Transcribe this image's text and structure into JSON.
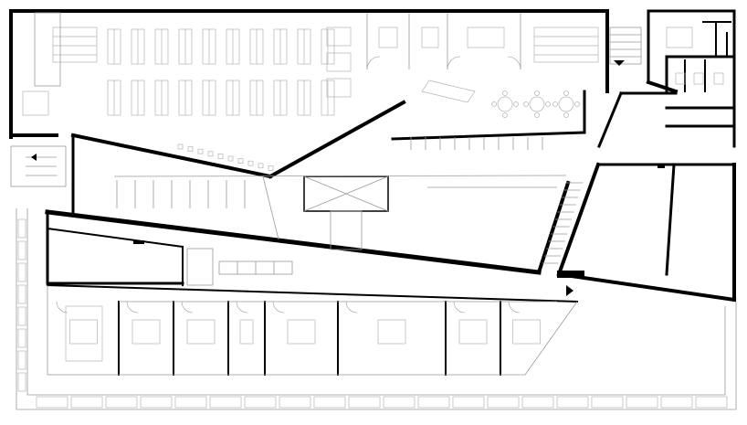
{
  "drawing": {
    "type": "architectural floor plan",
    "text_labels": []
  },
  "colors": {
    "background": "#ffffff",
    "walls": "#000000",
    "partitions": "#9a9a9a",
    "furniture": "#b4b4b4"
  },
  "furniture_counts": {
    "reading_rows": 10,
    "meeting_rooms": 8,
    "parking_bays": 20
  }
}
